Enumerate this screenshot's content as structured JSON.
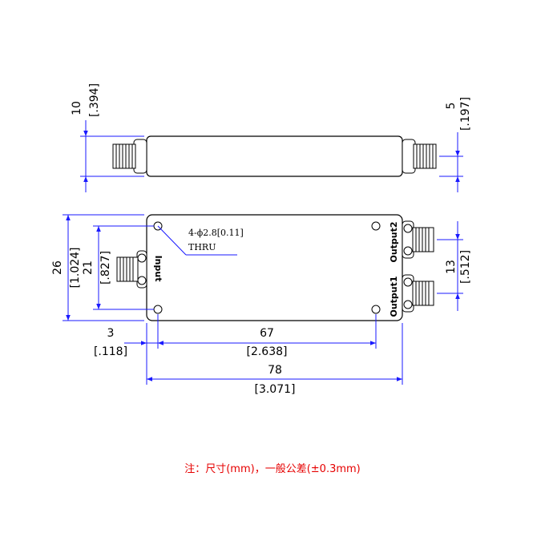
{
  "drawing": {
    "side_view": {
      "height_mm": "10",
      "height_in": "[.394]",
      "conn_offset_mm": "5",
      "conn_offset_in": "[.197]"
    },
    "top_view": {
      "width_mm": "26",
      "width_in": "[1.024]",
      "hole_span_v_mm": "21",
      "hole_span_v_in": "[.827]",
      "output_pitch_mm": "13",
      "output_pitch_in": "[.512]",
      "edge_to_hole_mm": "3",
      "edge_to_hole_in": "[.118]",
      "hole_span_h_mm": "67",
      "hole_span_h_in": "[2.638]",
      "length_mm": "78",
      "length_in": "[3.071]",
      "hole_note_line1": "4-ϕ2.8[0.11]",
      "hole_note_line2": "THRU",
      "port_input": "Input",
      "port_output1": "Output1",
      "port_output2": "Output2"
    }
  },
  "note": {
    "text": "注：尺寸(mm)，一般公差(±0.3mm)",
    "color": "#e60000"
  },
  "colors": {
    "outline": "#000000",
    "dimension": "#1a1aff"
  }
}
